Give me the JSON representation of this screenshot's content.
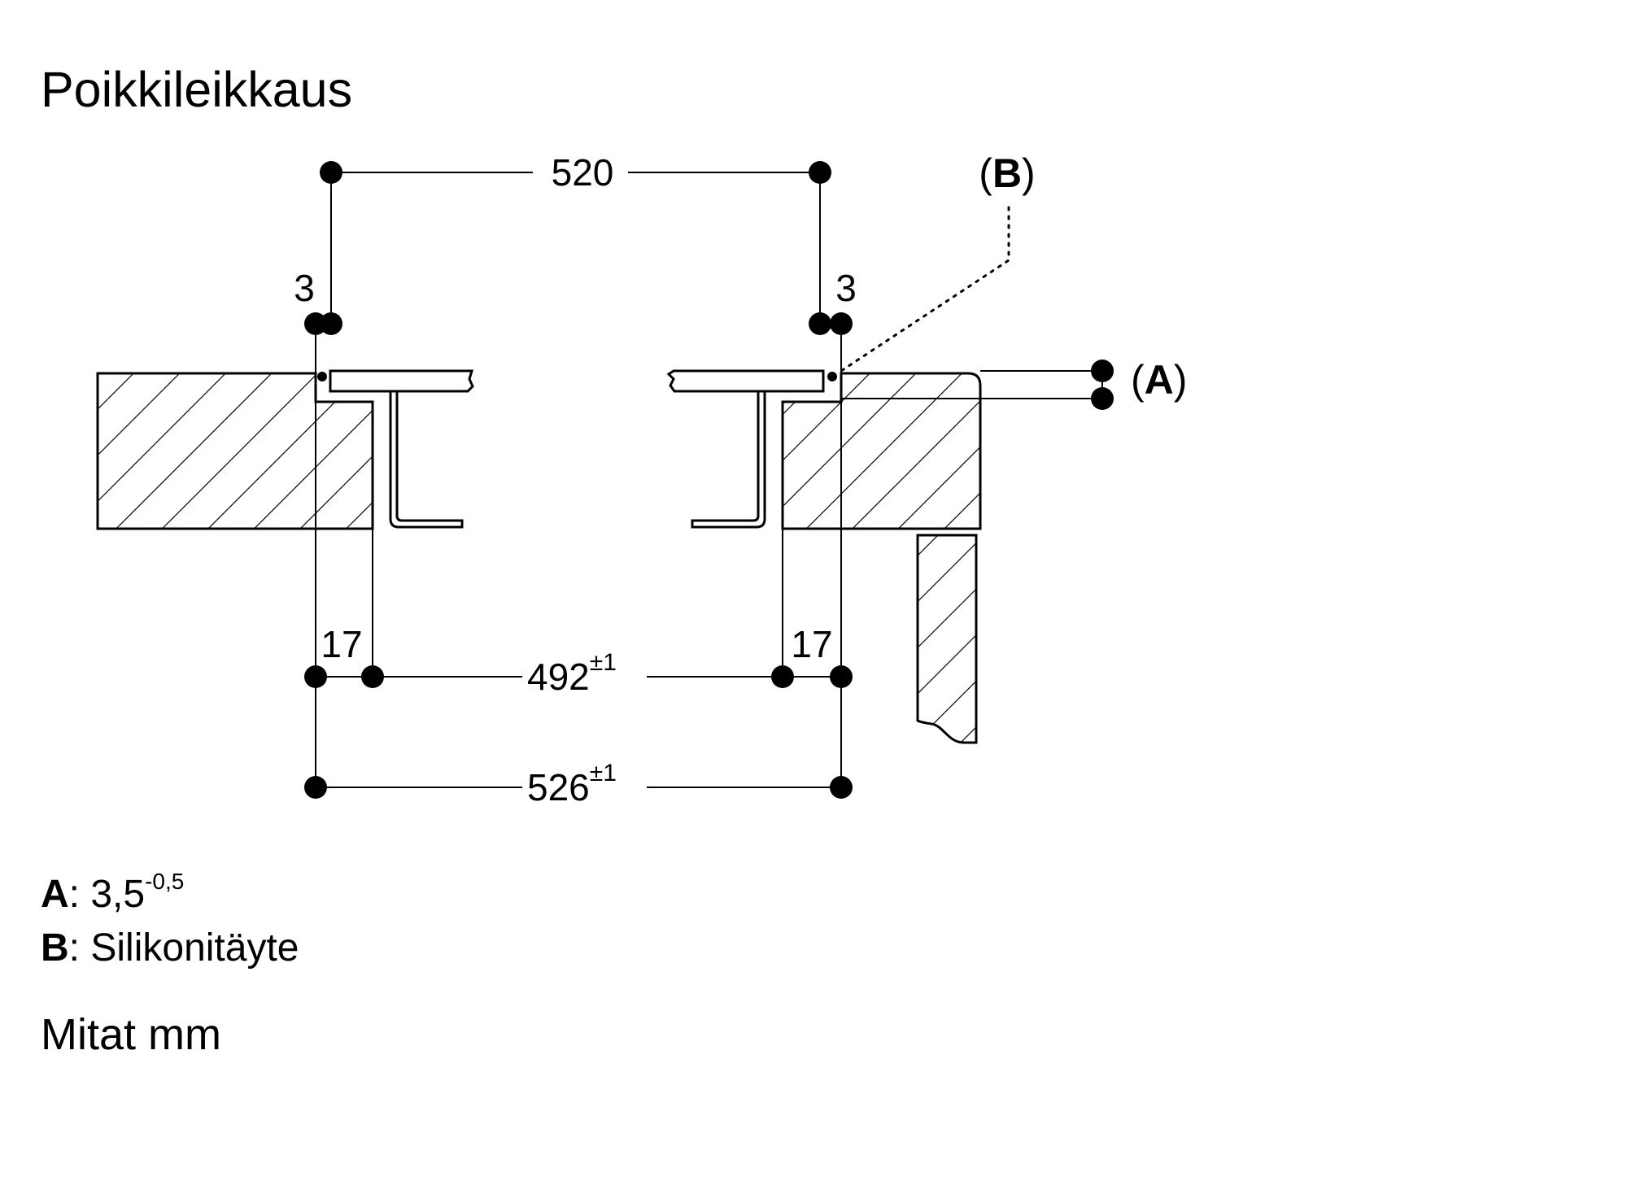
{
  "title": "Poikkileikkaus",
  "dimensions": {
    "top_width": "520",
    "gap_left": "3",
    "gap_right": "3",
    "rebate_left": "17",
    "rebate_right": "17",
    "inner_width": "492",
    "inner_tolerance": "±1",
    "outer_width": "526",
    "outer_tolerance": "±1"
  },
  "callouts": {
    "a_open": "(",
    "a_letter": "A",
    "a_close": ")",
    "b_open": "(",
    "b_letter": "B",
    "b_close": ")"
  },
  "legend": {
    "a_key": "A",
    "a_value": "3,5",
    "a_tolerance": "-0,5",
    "b_key": "B",
    "b_value": "Silikonitäyte",
    "separator": ":"
  },
  "units_note": "Mitat mm"
}
